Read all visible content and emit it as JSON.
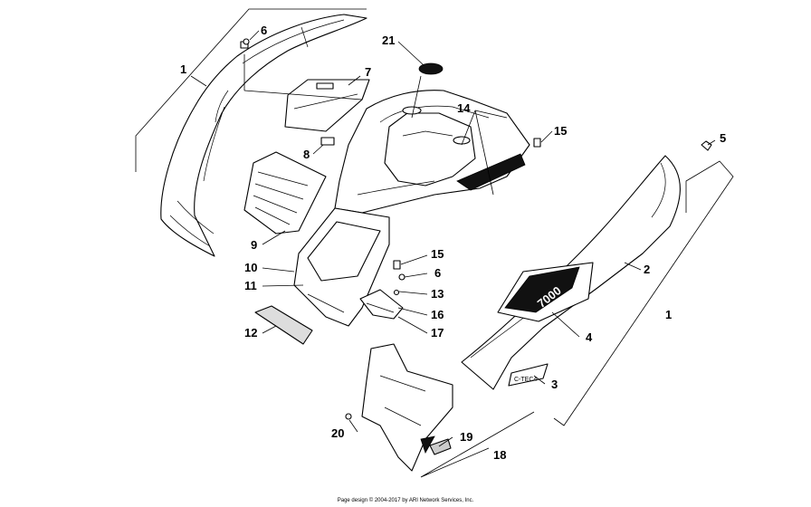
{
  "callouts": [
    {
      "id": "c1a",
      "label": "1"
    },
    {
      "id": "c6a",
      "label": "6"
    },
    {
      "id": "c21",
      "label": "21"
    },
    {
      "id": "c7",
      "label": "7"
    },
    {
      "id": "c14",
      "label": "14"
    },
    {
      "id": "c15a",
      "label": "15"
    },
    {
      "id": "c5",
      "label": "5"
    },
    {
      "id": "c8",
      "label": "8"
    },
    {
      "id": "c9",
      "label": "9"
    },
    {
      "id": "c15b",
      "label": "15"
    },
    {
      "id": "c10",
      "label": "10"
    },
    {
      "id": "c2",
      "label": "2"
    },
    {
      "id": "c6b",
      "label": "6"
    },
    {
      "id": "c11",
      "label": "11"
    },
    {
      "id": "c13",
      "label": "13"
    },
    {
      "id": "c1b",
      "label": "1"
    },
    {
      "id": "c16",
      "label": "16"
    },
    {
      "id": "c12",
      "label": "12"
    },
    {
      "id": "c17",
      "label": "17"
    },
    {
      "id": "c4",
      "label": "4"
    },
    {
      "id": "c3",
      "label": "3"
    },
    {
      "id": "c20",
      "label": "20"
    },
    {
      "id": "c19",
      "label": "19"
    },
    {
      "id": "c18",
      "label": "18"
    }
  ],
  "decal_text": {
    "model_number": "7000",
    "brand": "C-TEC4"
  },
  "copyright": "Page design © 2004-2017 by ARI Network Services, Inc.",
  "colors": {
    "line": "#000000",
    "background": "#ffffff"
  }
}
